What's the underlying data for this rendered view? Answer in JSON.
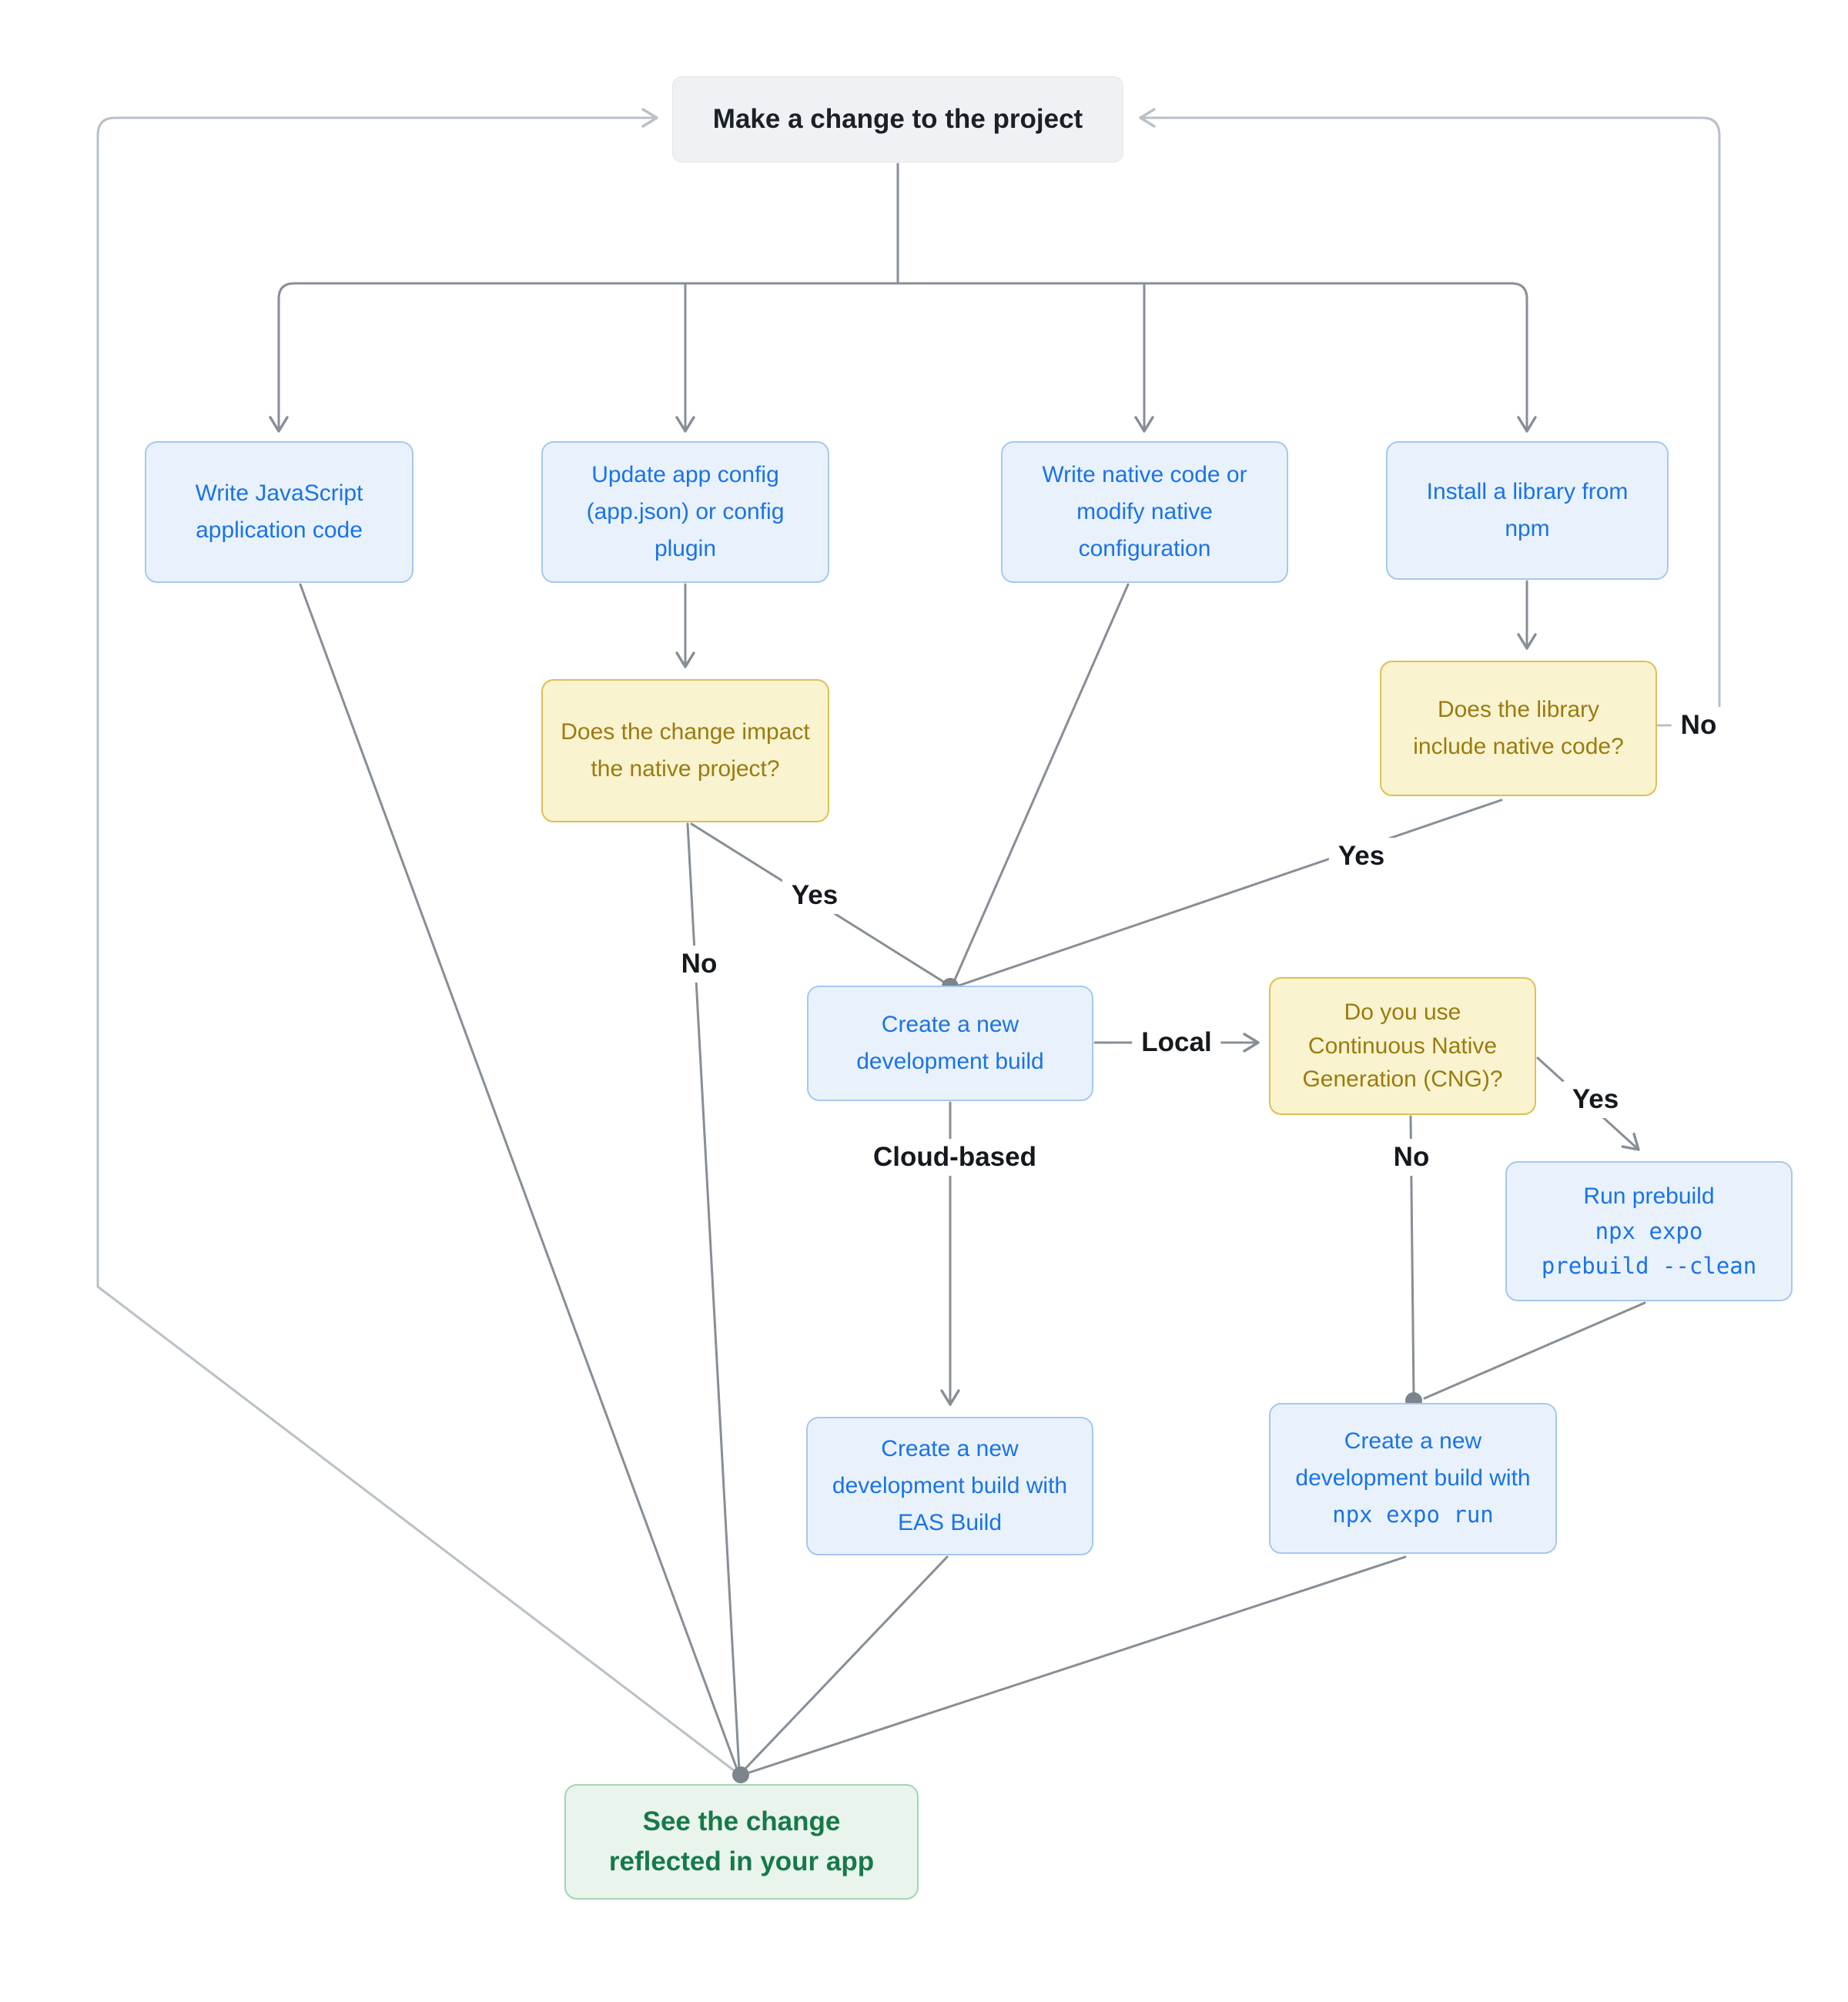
{
  "nodes": {
    "start": {
      "label": "Make a change to the project"
    },
    "write_js": {
      "label": "Write JavaScript application code"
    },
    "app_config": {
      "label": "Update app config (app.json) or config plugin"
    },
    "native_code": {
      "label": "Write native code or modify native configuration"
    },
    "install_library": {
      "label": "Install a library from npm"
    },
    "q_change_impact": {
      "label": "Does the change impact the native project?"
    },
    "q_library_native": {
      "label": "Does the library include native code?"
    },
    "new_dev_build": {
      "label": "Create a new development build"
    },
    "q_cng": {
      "label": "Do you use Continuous Native Generation (CNG)?"
    },
    "run_prebuild": {
      "label": "Run prebuild",
      "code_line1": "npx expo",
      "code_line2": "prebuild --clean"
    },
    "eas_build": {
      "label": "Create a new development build with EAS Build"
    },
    "expo_run": {
      "text": "Create a new development build with",
      "code": "npx expo run"
    },
    "see_change": {
      "label": "See the change reflected in your app"
    }
  },
  "edge_labels": {
    "impact_yes": "Yes",
    "impact_no": "No",
    "library_yes": "Yes",
    "library_no": "No",
    "local": "Local",
    "cloud": "Cloud-based",
    "cng_yes": "Yes",
    "cng_no": "No"
  },
  "colors": {
    "action_text": "#1a73e8",
    "action_bg": "#e9f2fc",
    "action_border": "#a6c8ef",
    "decision_text": "#9a7b10",
    "decision_bg": "#faf3cf",
    "decision_border": "#ddc054",
    "terminal_text": "#16794a",
    "terminal_bg": "#e9f4ec",
    "terminal_border": "#a4d5b3",
    "start_bg": "#f0f1f4",
    "start_text": "#1b2026",
    "connector": "#878e96",
    "connector_light": "#b9c0c8",
    "junction_dot": "#7c848d",
    "edge_label_text": "#15191e",
    "background": "#ffffff"
  }
}
